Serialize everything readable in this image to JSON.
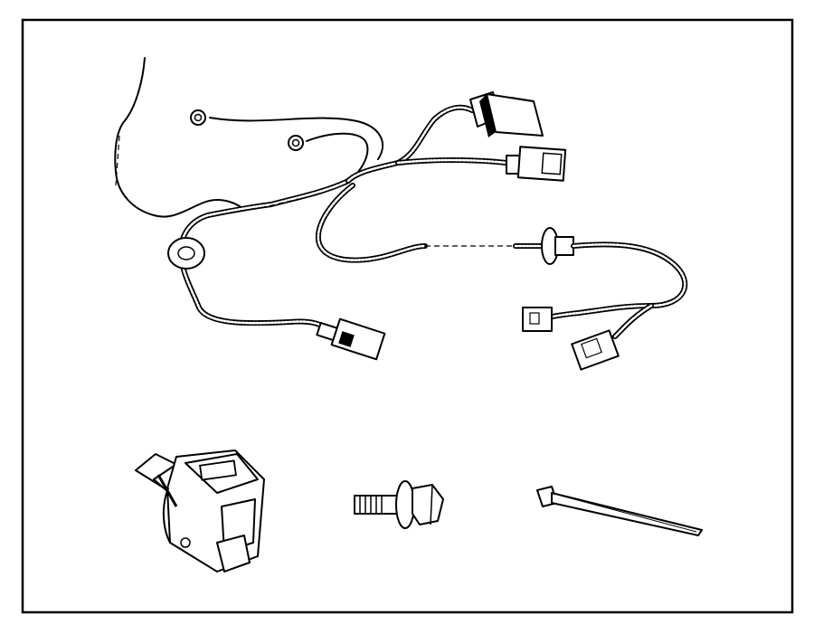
{
  "diagram": {
    "type": "parts-illustration",
    "border_color": "#000000",
    "background_color": "#ffffff",
    "parts": [
      "wiring-harness",
      "trailer-connector-7-way",
      "flange-bolt",
      "cable-tie"
    ]
  }
}
